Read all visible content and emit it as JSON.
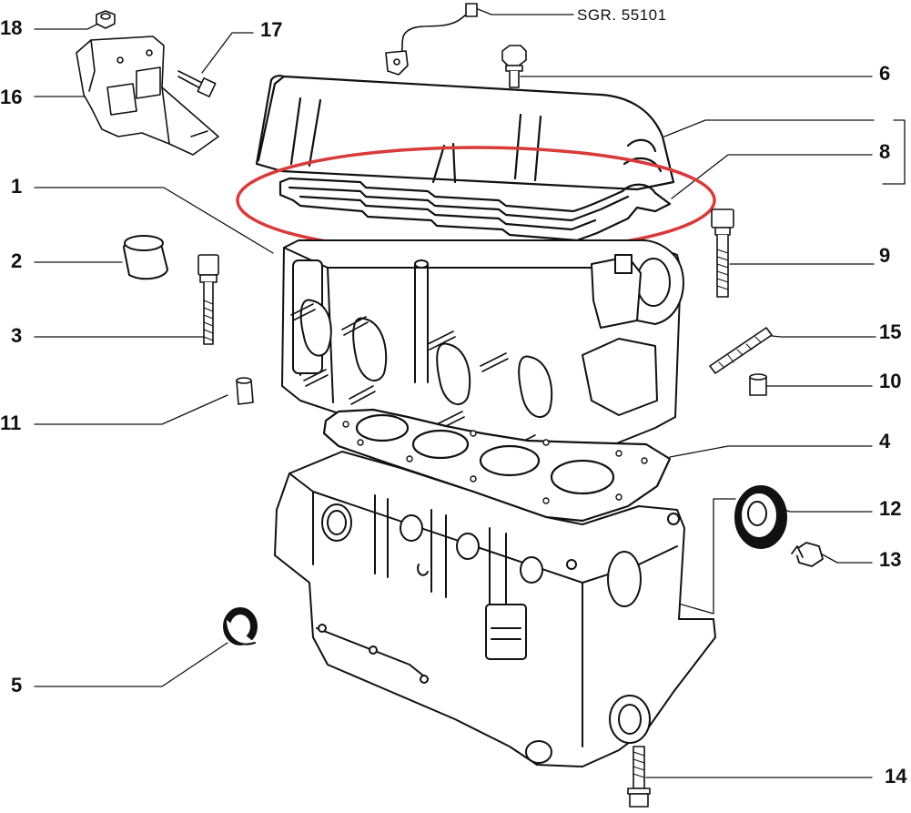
{
  "diagram": {
    "reference": "SGR. 55101",
    "highlight_color": "#d93a3a",
    "line_color": "#111111",
    "callouts": [
      {
        "id": "18",
        "part": "nut"
      },
      {
        "id": "17",
        "part": "bolt"
      },
      {
        "id": "16",
        "part": "bracket"
      },
      {
        "id": "1",
        "part": "cylinder-head"
      },
      {
        "id": "2",
        "part": "plug-cap"
      },
      {
        "id": "3",
        "part": "head-bolt"
      },
      {
        "id": "11",
        "part": "dowel"
      },
      {
        "id": "5",
        "part": "seal-ring"
      },
      {
        "id": "6",
        "part": "screw"
      },
      {
        "id": "8",
        "part": "cover-gasket"
      },
      {
        "id": "9",
        "part": "long-bolt"
      },
      {
        "id": "15",
        "part": "stud"
      },
      {
        "id": "10",
        "part": "bushing"
      },
      {
        "id": "4",
        "part": "head-gasket"
      },
      {
        "id": "12",
        "part": "oil-seal"
      },
      {
        "id": "13",
        "part": "plug"
      },
      {
        "id": "14",
        "part": "bottom-bolt"
      }
    ]
  }
}
